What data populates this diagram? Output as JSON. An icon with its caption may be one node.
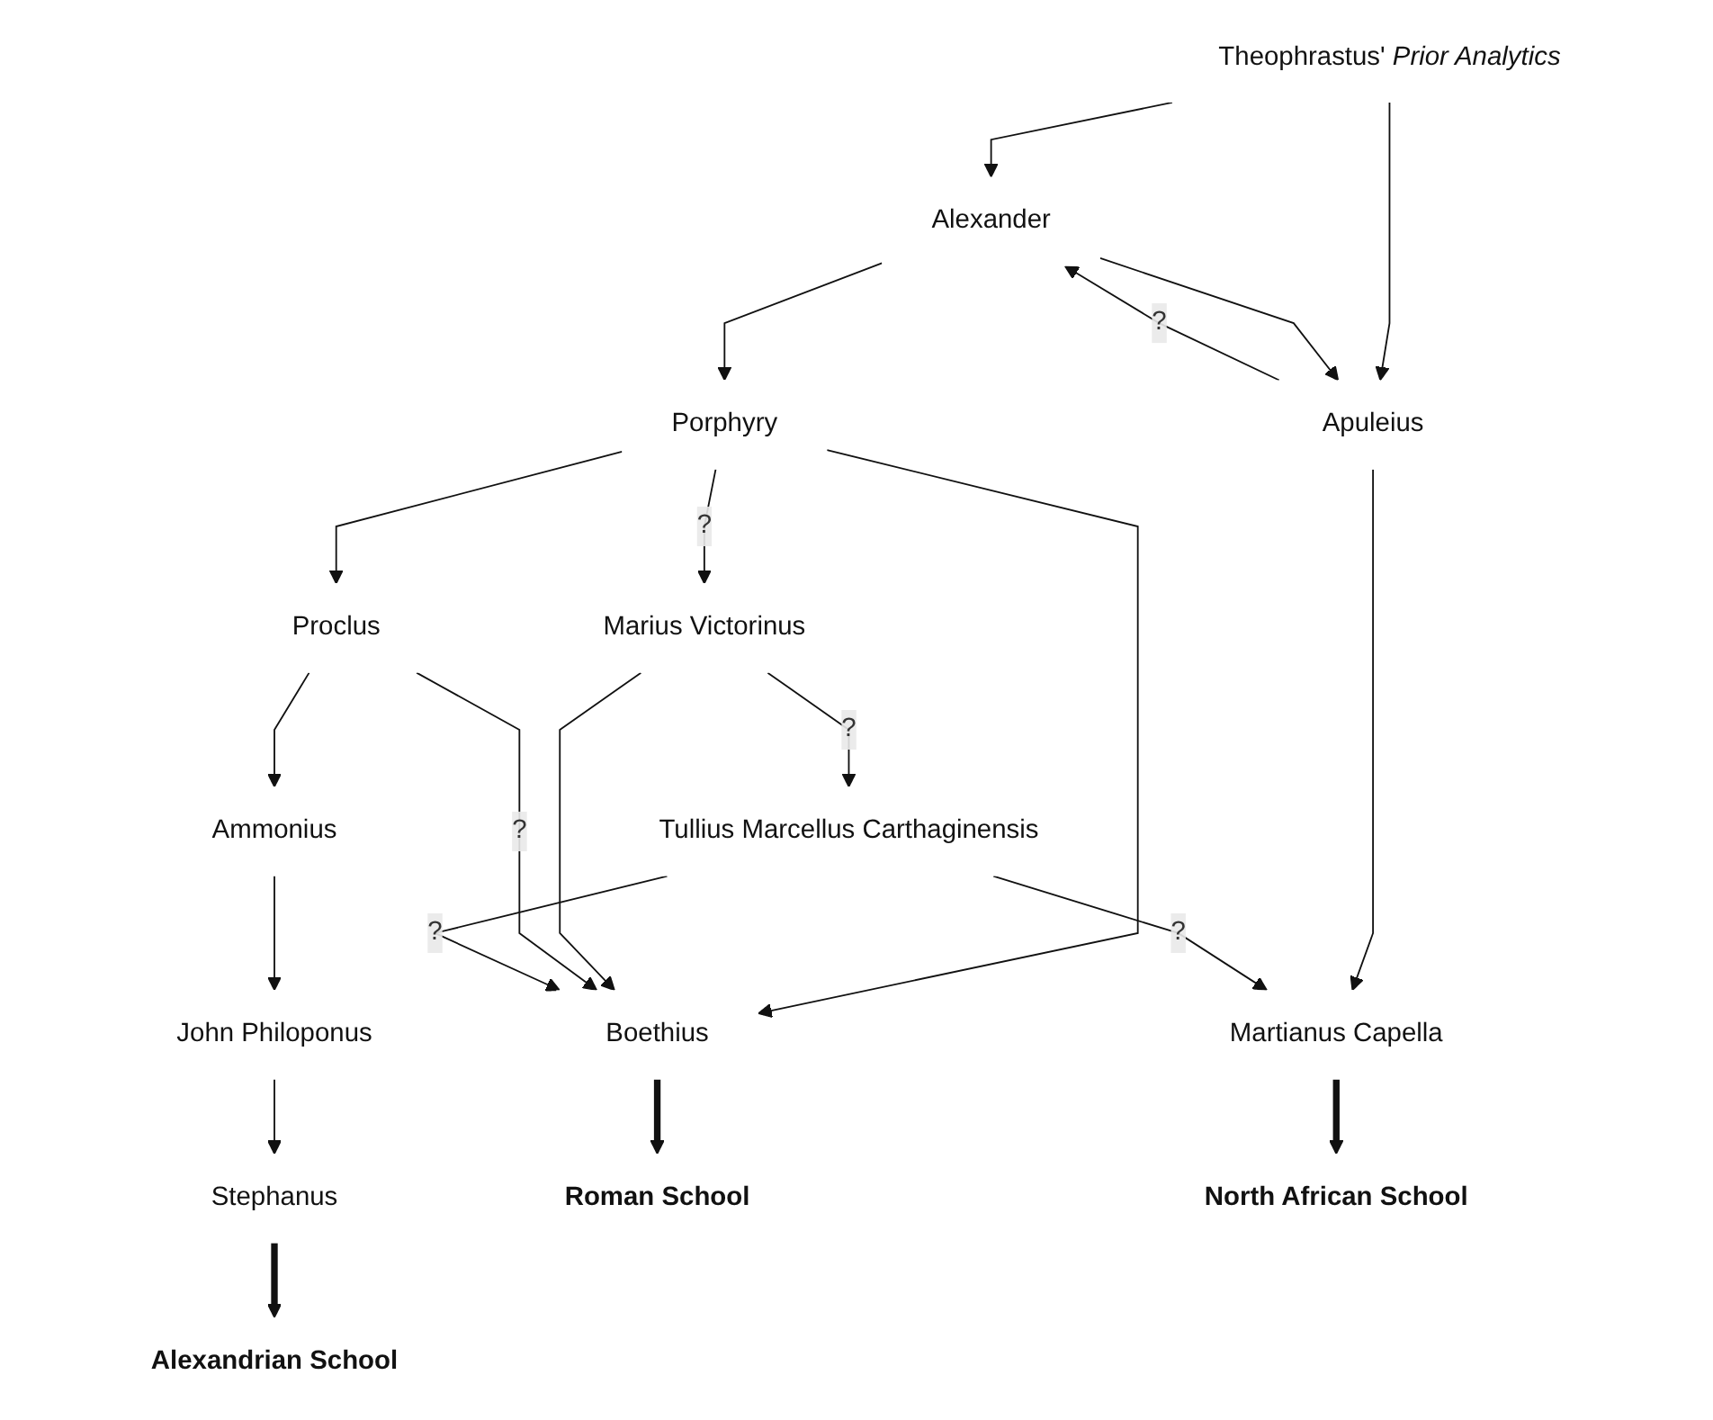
{
  "diagram": {
    "nodes": [
      {
        "text": [
          "Theophrastus' *Prior Analytics*"
        ]
      },
      {
        "text": [
          "Alexander"
        ]
      },
      {
        "text": [
          "Apuleius"
        ]
      },
      {
        "text": [
          "Porphyry"
        ]
      },
      {
        "text": [
          "Marius Victorinus"
        ]
      },
      {
        "text": [
          "Proclus"
        ]
      },
      {
        "text": [
          "Boethius"
        ]
      },
      {
        "text": [
          "Tullius Marcellus Carthaginensis"
        ]
      },
      {
        "text": [
          "Ammonius"
        ]
      },
      {
        "text": [
          "John Philoponus"
        ]
      },
      {
        "text": [
          "Stephanus"
        ]
      },
      {
        "text": [
          "Roman School"
        ]
      },
      {
        "text": [
          "Martianus Capella"
        ]
      },
      {
        "text": [
          "Alexandrian School"
        ]
      },
      {
        "text": [
          "North African School"
        ]
      }
    ],
    "edges": [
      {
        "from": 0,
        "to": 1,
        "arrow": "to"
      },
      {
        "from": 0,
        "to": 2,
        "arrow": "to"
      },
      {
        "from": 2,
        "to": 1,
        "arrow": "to",
        "label": "?"
      },
      {
        "from": 1,
        "to": 2,
        "arrow": "to"
      },
      {
        "from": 1,
        "to": 3,
        "arrow": "to"
      },
      {
        "from": 3,
        "to": 4,
        "arrow": "to",
        "label": "?"
      },
      {
        "from": 3,
        "to": 5,
        "arrow": "to"
      },
      {
        "from": 3,
        "to": 6,
        "arrow": "to"
      },
      {
        "from": 4,
        "to": 6,
        "arrow": "to"
      },
      {
        "from": 5,
        "to": 6,
        "arrow": "to",
        "label": "?"
      },
      {
        "from": 5,
        "to": 8,
        "arrow": "to"
      },
      {
        "from": 4,
        "to": 7,
        "arrow": "to",
        "label": "?"
      },
      {
        "from": 7,
        "to": 6,
        "arrow": "to",
        "label": "?"
      },
      {
        "from": 2,
        "to": 12,
        "arrow": "to"
      },
      {
        "from": 7,
        "to": 12,
        "arrow": "to",
        "label": "?"
      },
      {
        "from": 8,
        "to": 9,
        "arrow": "to"
      },
      {
        "from": 9,
        "to": 10,
        "arrow": "to"
      },
      {
        "from": 6,
        "to": 11,
        "arrow": "to",
        "style": "thick"
      },
      {
        "from": 10,
        "to": 13,
        "arrow": "to",
        "style": "thick"
      },
      {
        "from": 12,
        "to": 14,
        "arrow": "to",
        "style": "thick"
      }
    ]
  }
}
